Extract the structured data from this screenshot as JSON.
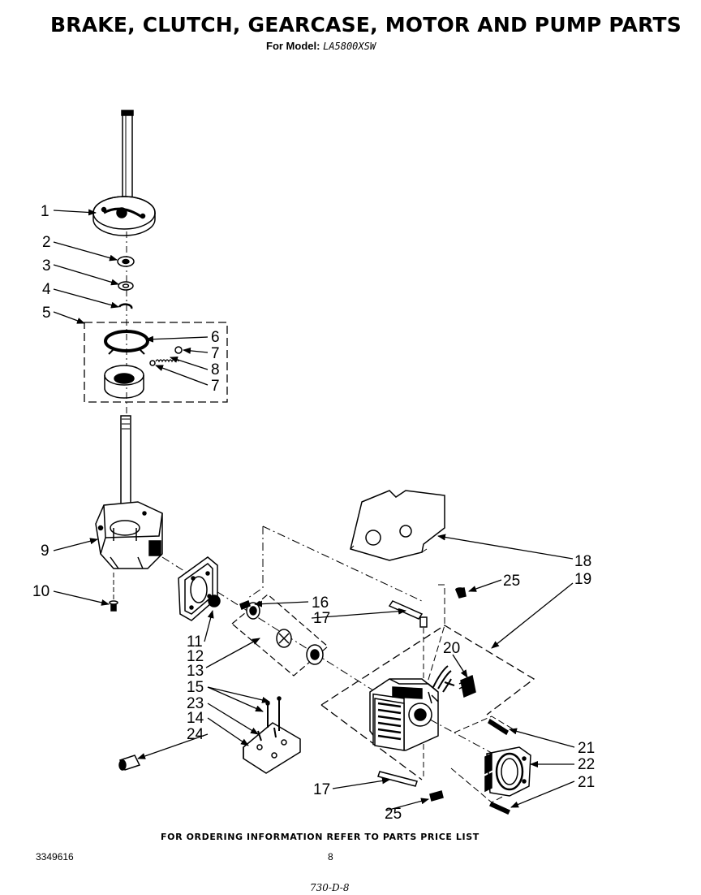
{
  "title": "BRAKE, CLUTCH, GEARCASE, MOTOR AND PUMP PARTS",
  "model_label": "For Model:",
  "model_number": "LA5800XSW",
  "footer_note": "FOR ORDERING INFORMATION REFER TO PARTS PRICE LIST",
  "part_number": "3349616",
  "page_number": "8",
  "handwritten_code": "730-D-8",
  "callouts": {
    "c1": "1",
    "c2": "2",
    "c3": "3",
    "c4": "4",
    "c5": "5",
    "c6": "6",
    "c7a": "7",
    "c8": "8",
    "c7b": "7",
    "c9": "9",
    "c10": "10",
    "c11": "11",
    "c12": "12",
    "c13": "13",
    "c14": "14",
    "c15": "15",
    "c16": "16",
    "c17a": "17",
    "c17b": "17",
    "c18": "18",
    "c19": "19",
    "c20": "20",
    "c21a": "21",
    "c21b": "21",
    "c22": "22",
    "c23": "23",
    "c24": "24",
    "c25a": "25",
    "c25b": "25"
  }
}
